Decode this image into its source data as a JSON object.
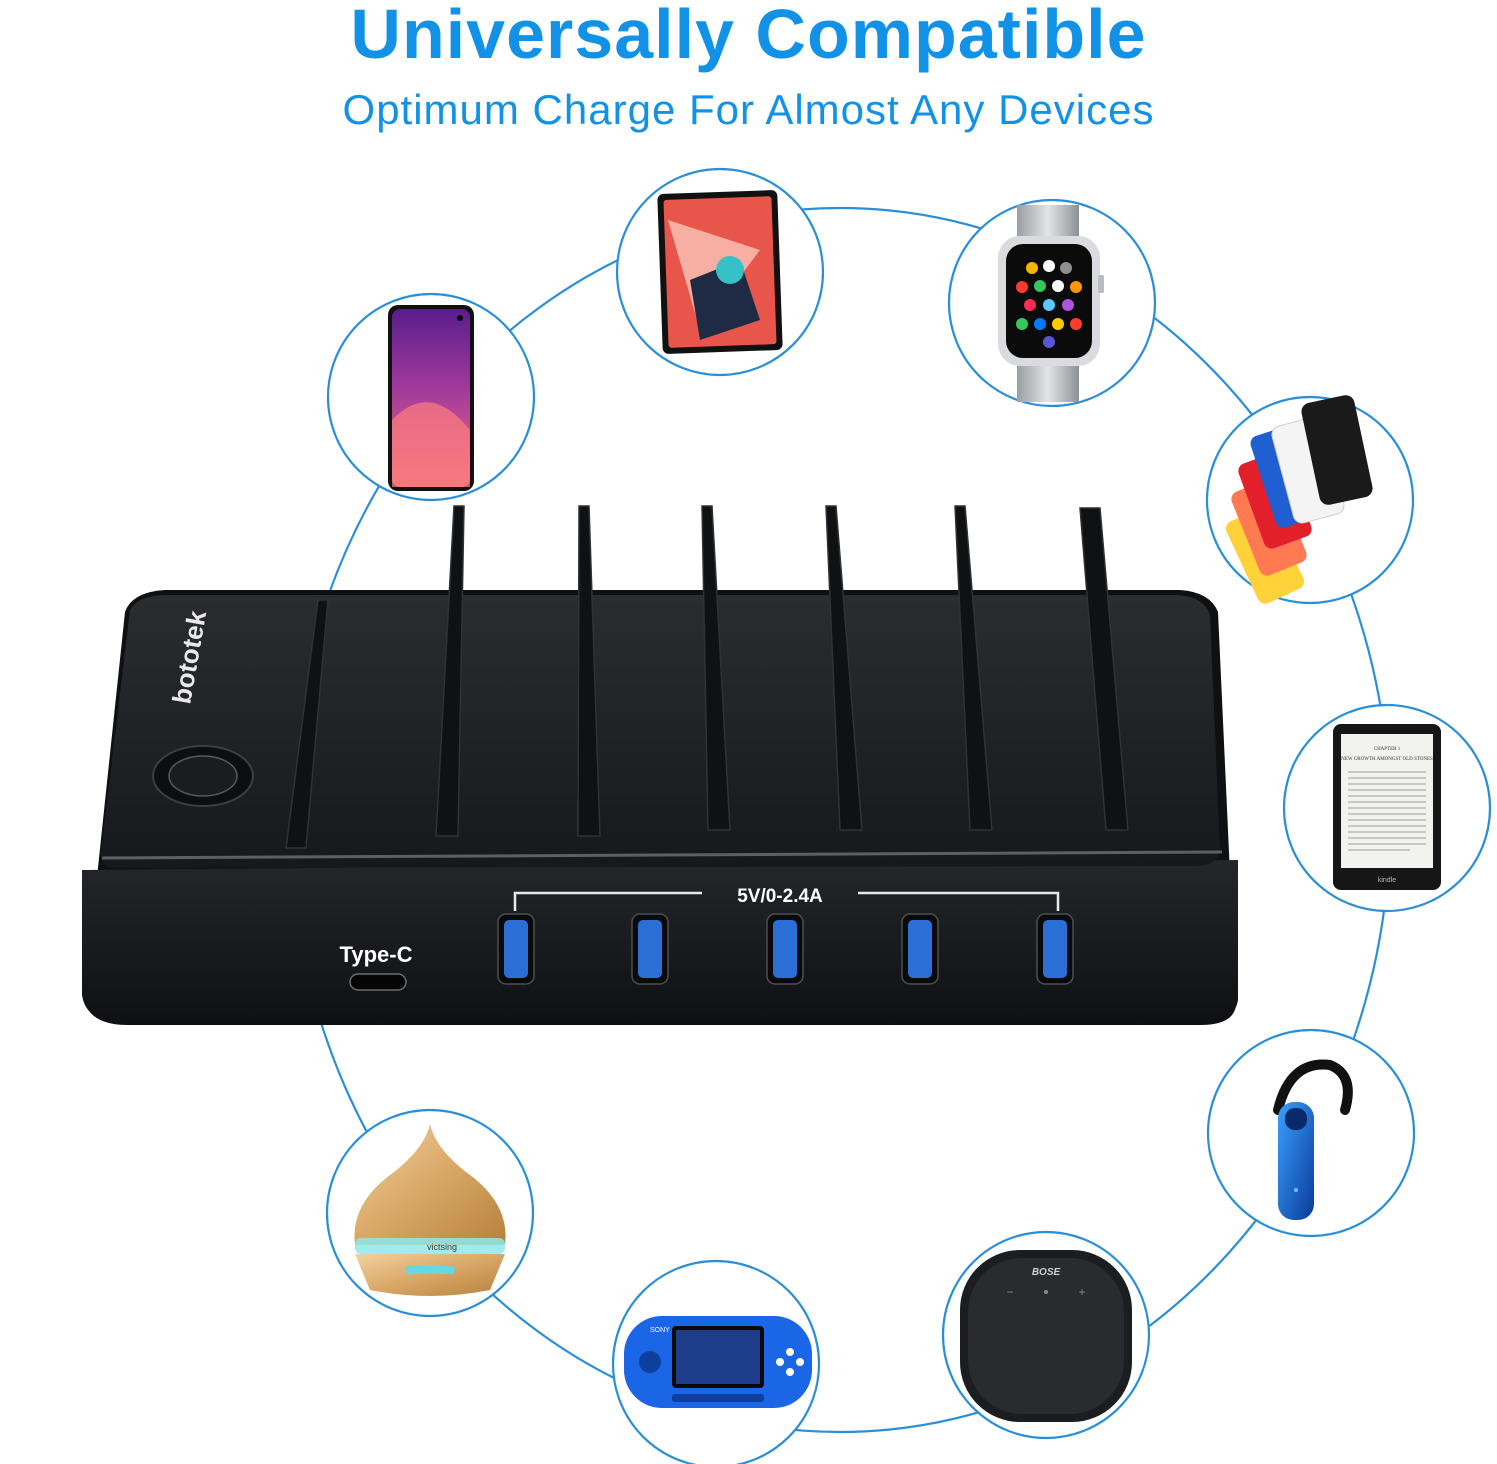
{
  "header": {
    "title": "Universally Compatible",
    "subtitle": "Optimum Charge For Almost Any Devices"
  },
  "colors": {
    "accent": "#1192e6",
    "ring": "#2a8fd6",
    "dock_body": "#1b1d20",
    "usb_port": "#2b6fd6"
  },
  "dock": {
    "brand": "bototek",
    "usb_label": "5V/0-2.4A",
    "typec_label": "Type-C",
    "usb_port_count": 5
  },
  "devices": [
    {
      "name": "tablet-icon"
    },
    {
      "name": "smartwatch-icon"
    },
    {
      "name": "smartphone-icon"
    },
    {
      "name": "phones-stack-icon"
    },
    {
      "name": "ereader-icon"
    },
    {
      "name": "bluetooth-headset-icon"
    },
    {
      "name": "speaker-icon"
    },
    {
      "name": "game-console-icon"
    },
    {
      "name": "diffuser-icon"
    }
  ],
  "device_text": {
    "ereader_heading": "CHAPTER 1",
    "ereader_title": "NEW GROWTH AMONGST OLD STONES",
    "ereader_brand": "kindle",
    "speaker_brand": "BOSE",
    "console_brand": "SONY",
    "diffuser_brand": "victsing"
  }
}
